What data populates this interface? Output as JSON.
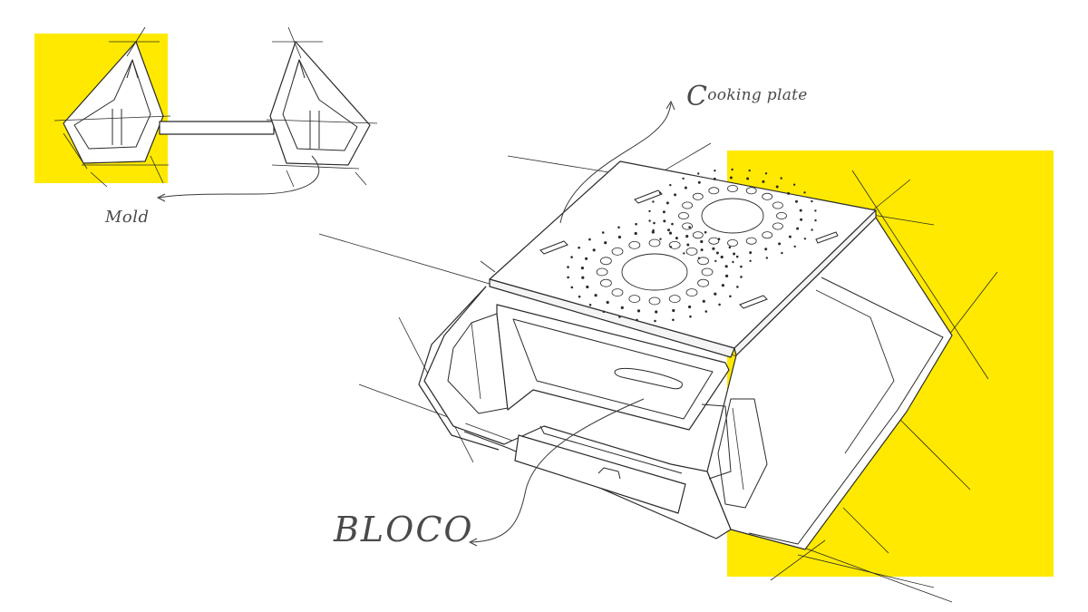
{
  "labels": {
    "cooking_plate_initial": "C",
    "cooking_plate_rest": "ooking plate",
    "mold": "Mold",
    "bloco": "BLOCO"
  },
  "colors": {
    "accent": "#FFE900",
    "line": "#2b2b2b",
    "text": "#4a4a4a",
    "background": "#ffffff"
  }
}
